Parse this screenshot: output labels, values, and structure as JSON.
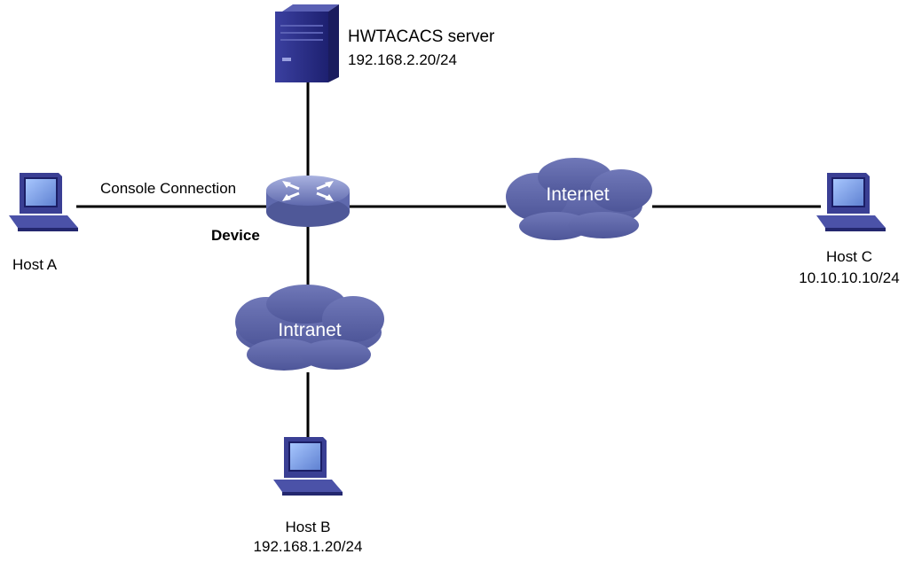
{
  "server": {
    "name": "HWTACACS server",
    "ip": "192.168.2.20/24"
  },
  "device": {
    "label": "Device"
  },
  "console": {
    "label": "Console Connection"
  },
  "host_a": {
    "name": "Host A"
  },
  "host_b": {
    "name": "Host B",
    "ip": "192.168.1.20/24"
  },
  "host_c": {
    "name": "Host C",
    "ip": "10.10.10.10/24"
  },
  "clouds": {
    "internet": "Internet",
    "intranet": "Intranet"
  },
  "colors": {
    "cloud": "#5c64a8",
    "device_body": "#6f7ab8",
    "server_body": "#2b2f86",
    "pc_body": "#3a3f94",
    "screen": "#7fa3e8",
    "link": "#000000"
  }
}
